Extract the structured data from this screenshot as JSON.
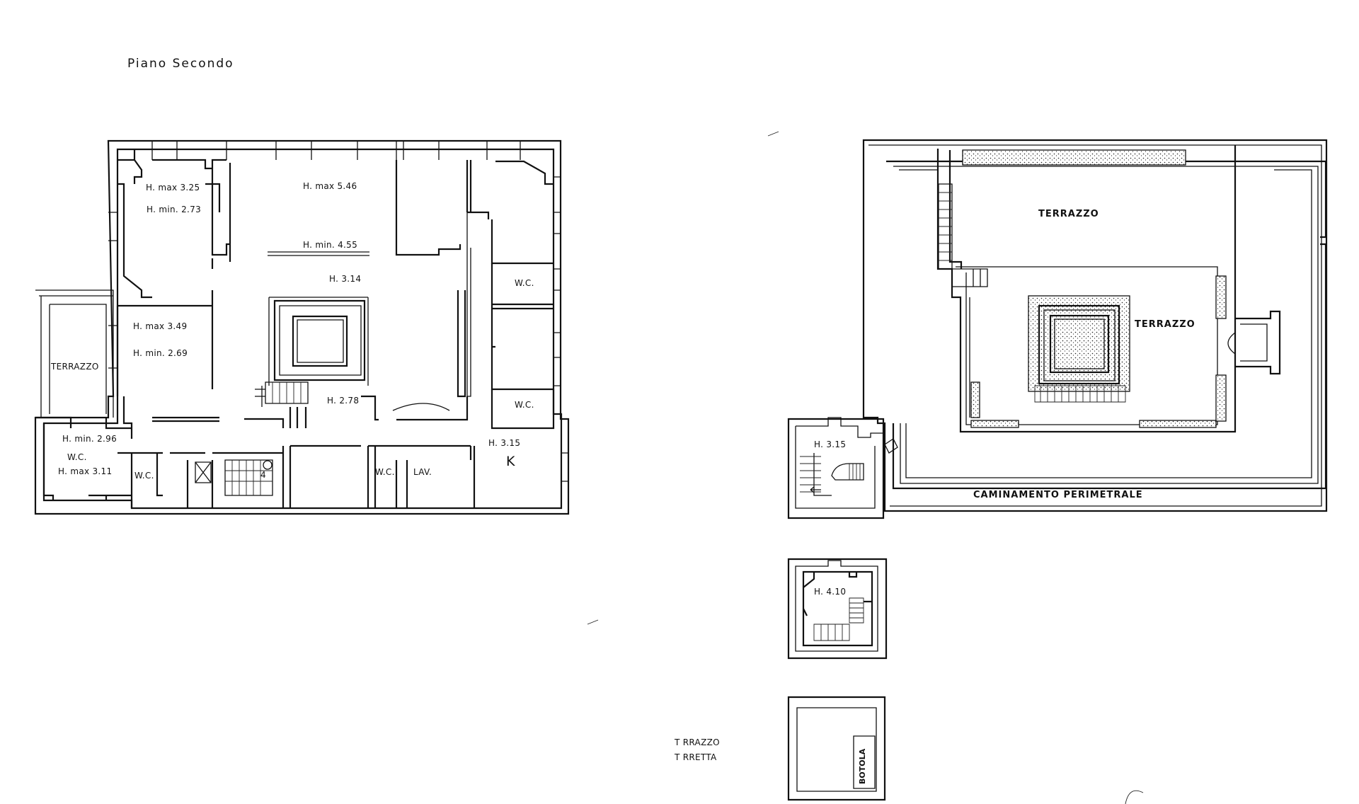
{
  "title": "Piano Secondo",
  "main_plan": {
    "h_max_325": "H. max 3.25",
    "h_min_273": "H. min. 2.73",
    "h_max_546": "H. max 5.46",
    "h_min_455": "H. min. 4.55",
    "h_314": "H. 3.14",
    "h_max_349": "H. max 3.49",
    "h_min_269": "H. min. 2.69",
    "h_278": "H. 2.78",
    "terrazzo": "TERRAZZO",
    "wc_upper": "W.C.",
    "wc_middle": "W.C.",
    "h_min_296": "H. min. 2.96",
    "wc_left": "W.C.",
    "h_max_311": "H. max 3.11",
    "wc_small": "W.C.",
    "wc_bottom": "W.C.",
    "lav": "LAV.",
    "h_315": "H. 3.15",
    "k": "K",
    "stair_number": "4"
  },
  "roof_plan": {
    "terrazzo_upper": "TERRAZZO",
    "terrazzo_right": "TERRAZZO",
    "caminamento": "CAMINAMENTO PERIMETRALE",
    "tower_h_315": "H. 3.15"
  },
  "turret_plan": {
    "h_410": "H. 4.10"
  },
  "turret_terrace": {
    "botola": "BOTOLA"
  },
  "legend": {
    "line1_prefix": "T",
    "line1_rest": "RRAZZO",
    "line2_prefix": "T",
    "line2_rest": "RRETTA"
  }
}
